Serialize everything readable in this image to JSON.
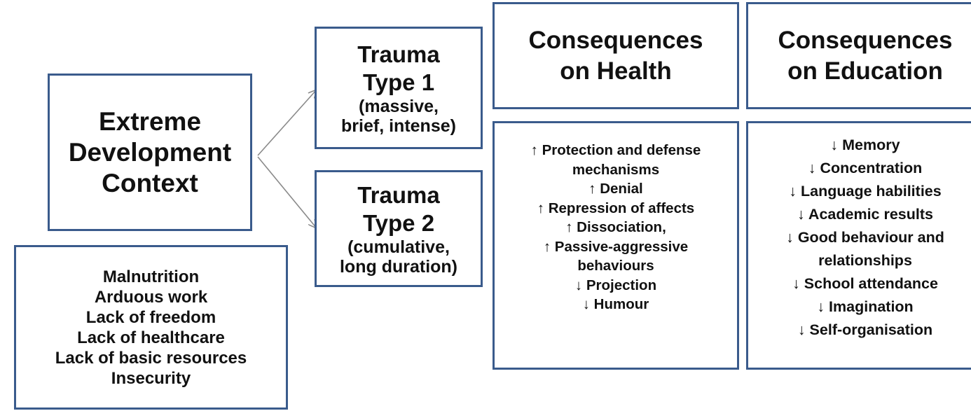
{
  "context": {
    "lines": [
      "Extreme",
      "Development",
      "Context"
    ]
  },
  "factors": {
    "items": [
      "Malnutrition",
      "Arduous work",
      "Lack of freedom",
      "Lack of healthcare",
      "Lack of basic resources",
      "Insecurity"
    ]
  },
  "trauma_type_1": {
    "title_lines": [
      "Trauma",
      "Type 1"
    ],
    "desc_lines": [
      "(massive,",
      "brief, intense)"
    ]
  },
  "trauma_type_2": {
    "title_lines": [
      "Trauma",
      "Type 2"
    ],
    "desc_lines": [
      "(cumulative,",
      "long duration)"
    ]
  },
  "consequences_health": {
    "heading_lines": [
      "Consequences",
      "on Health"
    ],
    "items": [
      "↑ Protection and defense",
      "mechanisms",
      "↑ Denial",
      "↑ Repression of affects",
      "↑ Dissociation,",
      "↑  Passive-aggressive",
      "behaviours",
      "↓ Projection",
      "↓ Humour"
    ]
  },
  "consequences_education": {
    "heading_lines": [
      "Consequences",
      "on Education"
    ],
    "items": [
      "↓ Memory",
      "↓ Concentration",
      "↓ Language habilities",
      "↓ Academic results",
      "↓ Good behaviour and",
      "relationships",
      "↓ School attendance",
      "↓ Imagination",
      "↓ Self-organisation"
    ]
  },
  "colors": {
    "box_border": "#3a5b8c",
    "arrow": "#8a8a8a",
    "text": "#111111"
  }
}
